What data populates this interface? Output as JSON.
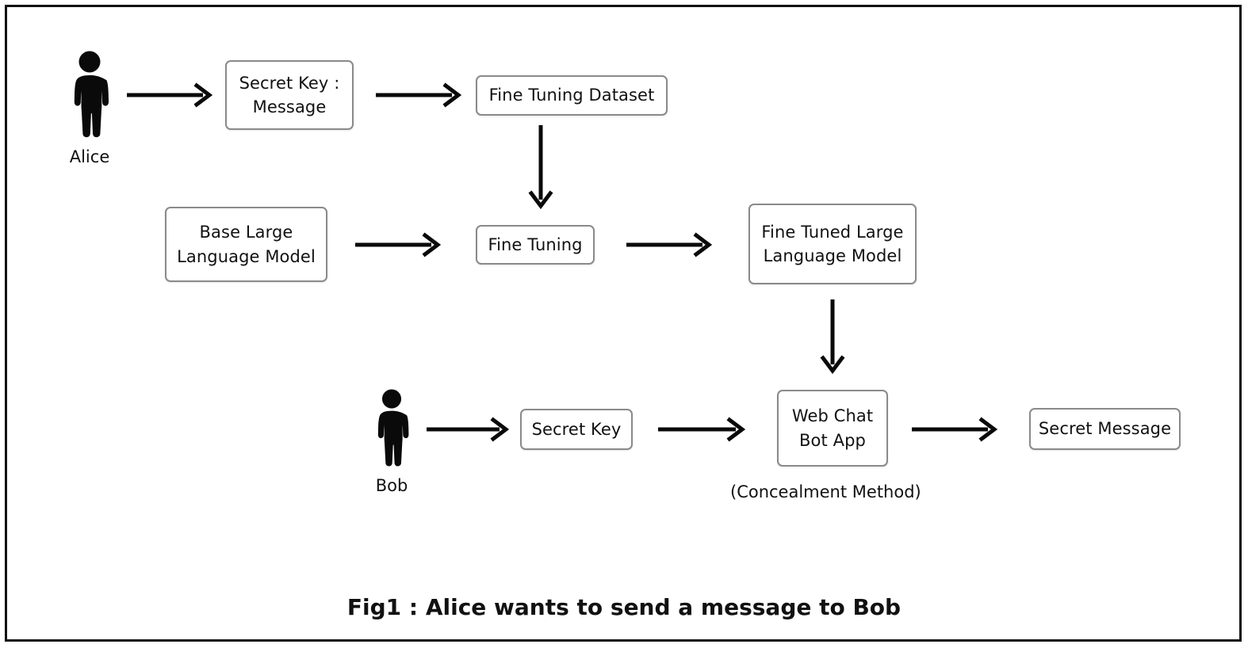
{
  "figure": {
    "caption": "Fig1 : Alice wants to send a message to Bob",
    "border_color": "#111111",
    "background": "#ffffff",
    "node_border_color": "#8a8a8a",
    "arrow_color": "#111111"
  },
  "actors": [
    {
      "id": "alice",
      "label": "Alice",
      "icon": "person-icon"
    },
    {
      "id": "bob",
      "label": "Bob",
      "icon": "person-icon"
    }
  ],
  "nodes": [
    {
      "id": "secret-key-message",
      "line1": "Secret Key :",
      "line2": "Message"
    },
    {
      "id": "fine-tuning-dataset",
      "line1": "Fine Tuning Dataset",
      "line2": ""
    },
    {
      "id": "base-llm",
      "line1": "Base Large",
      "line2": "Language Model"
    },
    {
      "id": "fine-tuning",
      "line1": "Fine Tuning",
      "line2": ""
    },
    {
      "id": "fine-tuned-llm",
      "line1": "Fine Tuned Large",
      "line2": "Language Model"
    },
    {
      "id": "secret-key",
      "line1": "Secret Key",
      "line2": ""
    },
    {
      "id": "web-chat-bot-app",
      "line1": "Web Chat",
      "line2": "Bot App"
    },
    {
      "id": "secret-message",
      "line1": "Secret Message",
      "line2": ""
    }
  ],
  "annotations": [
    {
      "id": "concealment-method",
      "text": "(Concealment Method)"
    }
  ],
  "flows": [
    {
      "from": "alice",
      "to": "secret-key-message",
      "direction": "right"
    },
    {
      "from": "secret-key-message",
      "to": "fine-tuning-dataset",
      "direction": "right"
    },
    {
      "from": "fine-tuning-dataset",
      "to": "fine-tuning",
      "direction": "down"
    },
    {
      "from": "base-llm",
      "to": "fine-tuning",
      "direction": "right"
    },
    {
      "from": "fine-tuning",
      "to": "fine-tuned-llm",
      "direction": "right"
    },
    {
      "from": "fine-tuned-llm",
      "to": "web-chat-bot-app",
      "direction": "down"
    },
    {
      "from": "bob",
      "to": "secret-key",
      "direction": "right"
    },
    {
      "from": "secret-key",
      "to": "web-chat-bot-app",
      "direction": "right"
    },
    {
      "from": "web-chat-bot-app",
      "to": "secret-message",
      "direction": "right"
    }
  ]
}
